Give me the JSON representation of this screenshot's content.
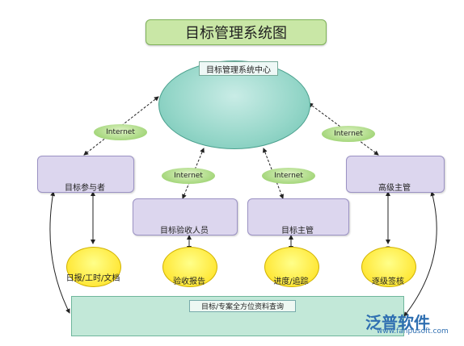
{
  "title": "目标管理系统图",
  "center": {
    "label": "目标管理系统中心"
  },
  "clouds": [
    "Internet",
    "Internet",
    "Internet",
    "Internet"
  ],
  "groups": {
    "participants": "目标参与者",
    "acceptance": "目标验收人员",
    "supervisor": "目标主管",
    "senior": "高级主管"
  },
  "functions": {
    "daily": "日报/工时/文档",
    "report": "验收报告",
    "progress": "进度/追踪",
    "signoff": "逐级签核"
  },
  "bottom": {
    "label": "目标/专案全方位资料查询"
  },
  "brand": {
    "name": "泛普软件",
    "url": "www.fanpusoft.com"
  }
}
